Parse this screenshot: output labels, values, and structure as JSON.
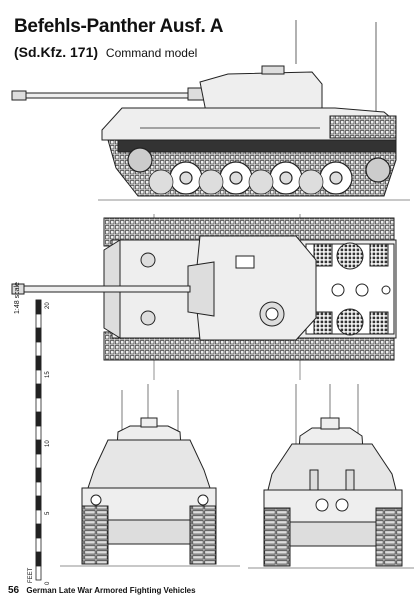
{
  "header": {
    "title": "Befehls-Panther Ausf. A",
    "subtitle": "(Sd.Kfz. 171)",
    "subtitle_desc": "Command model"
  },
  "scale": {
    "title": "1:48 scale",
    "unit": "FEET",
    "ticks": [
      "0",
      "5",
      "10",
      "15",
      "20"
    ]
  },
  "footer": {
    "page_number": "56",
    "book_title": "German Late War Armored Fighting Vehicles"
  },
  "colors": {
    "line": "#222222",
    "hull_fill": "#eeeeee",
    "shade": "#bdbdbd",
    "dark": "#333333"
  }
}
